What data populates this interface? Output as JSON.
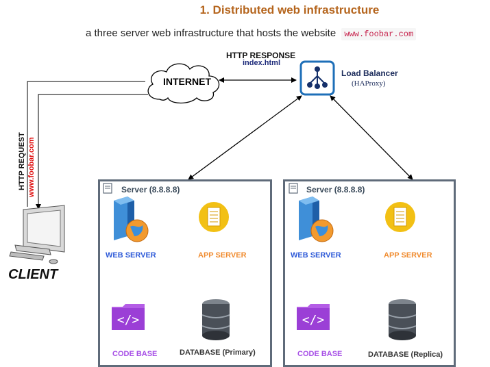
{
  "title": "1. Distributed web infrastructure",
  "subtitle": "a three server web infrastructure that hosts the website",
  "website": "www.foobar.com",
  "internet_label": "INTERNET",
  "http_response": "HTTP RESPONSE",
  "http_response_file": "index.html",
  "load_balancer": {
    "label": "Load Balancer",
    "software": "(HAProxy)"
  },
  "http_request": "HTTP REQUEST",
  "request_domain": "www.foobar.com",
  "client_label": "CLIENT",
  "servers": [
    {
      "title": "Server (8.8.8.8)",
      "web": "WEB SERVER",
      "app": "APP SERVER",
      "code": "CODE BASE",
      "db": "DATABASE (Primary)"
    },
    {
      "title": "Server (8.8.8.8)",
      "web": "WEB SERVER",
      "app": "APP SERVER",
      "code": "CODE BASE",
      "db": "DATABASE (Replica)"
    }
  ],
  "colors": {
    "title": "#b5651d",
    "web": "#2f5bd8",
    "app": "#f08c30",
    "code": "#a64de6",
    "lb_border": "#1e6fb8",
    "server_border": "#5f6b7a"
  }
}
